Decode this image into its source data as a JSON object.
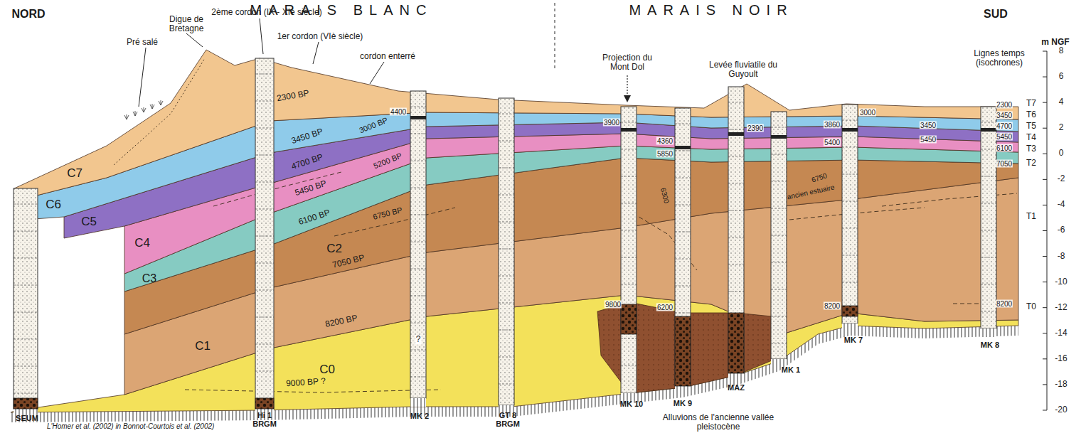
{
  "diagram": {
    "caption": "L'Homer et al. (2002) in Bonnot-Courtois et al. (2002)",
    "labels": [
      "NORD",
      "MARAIS BLANC",
      "MARAIS NOIR",
      "SUD",
      "Pré salé",
      "Digue de Bretagne",
      "2ème cordon (IX - XIè siècle)",
      "1er cordon (VIè siècle)",
      "cordon enterré",
      "Projection du Mont Dol",
      "Levée fluviatile du Guyoult",
      "Lignes temps (isochrones)",
      "m NGF",
      "8",
      "6",
      "4",
      "2",
      "0",
      "-2",
      "-4",
      "-6",
      "-8",
      "-10",
      "-12",
      "-14",
      "-16",
      "-18",
      "-20",
      "T7",
      "T6",
      "T5",
      "T4",
      "T3",
      "T2",
      "T1",
      "T0",
      "2300",
      "3450",
      "4700",
      "5450",
      "6100",
      "7050",
      "8200",
      "C7",
      "C6",
      "C5",
      "C4",
      "C3",
      "C2",
      "C1",
      "C0",
      "2300 BP",
      "3450 BP",
      "3000 BP",
      "4700 BP",
      "5450 BP",
      "5200 BP",
      "6100 BP",
      "6750 BP",
      "7050 BP",
      "8200 BP",
      "9000 BP ?",
      "4400",
      "3900",
      "4360",
      "5850",
      "6300",
      "2390",
      "3000",
      "3860",
      "5400",
      "3450",
      "5450",
      "ancien estuaire",
      "6750",
      "9800",
      "6200",
      "8200",
      "?",
      "SEUM",
      "Hi 1 BRGM",
      "MK 2",
      "GT 8 BRGM",
      "MK 10",
      "MK 9",
      "MAZ",
      "MK 1",
      "MK 7",
      "MK 8",
      "Alluvions de l'ancienne vallée pleistocène"
    ]
  }
}
